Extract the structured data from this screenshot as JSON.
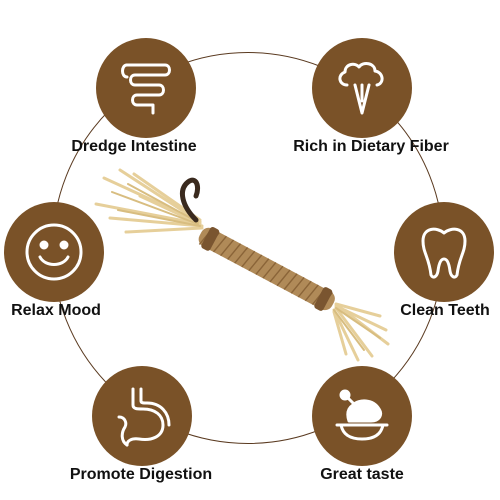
{
  "colors": {
    "badge": "#7a5228",
    "ring": "#5a3a20",
    "text": "#111111",
    "icon_stroke": "#ffffff"
  },
  "features": [
    {
      "label": "Dredge Intestine",
      "icon": "intestine-icon"
    },
    {
      "label": "Rich in Dietary Fiber",
      "icon": "broccoli-icon"
    },
    {
      "label": "Relax Mood",
      "icon": "smiley-icon"
    },
    {
      "label": "Clean Teeth",
      "icon": "tooth-icon"
    },
    {
      "label": "Promote Digestion",
      "icon": "stomach-icon"
    },
    {
      "label": "Great taste",
      "icon": "roast-chicken-icon"
    }
  ]
}
